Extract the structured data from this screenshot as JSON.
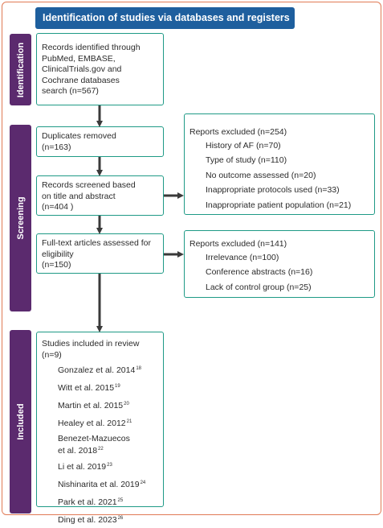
{
  "header": {
    "title": "Identification of studies via databases and registers"
  },
  "phases": {
    "identification": "Identification",
    "screening": "Screening",
    "included": "Included"
  },
  "records_identified": {
    "lines": [
      "Records identified through",
      "PubMed, EMBASE,",
      "ClinicalTrials.gov and",
      "Cochrane databases",
      "search (n=567)"
    ]
  },
  "duplicates": {
    "lines": [
      "Duplicates removed",
      "(n=163)"
    ]
  },
  "screened": {
    "lines": [
      "Records screened based",
      "on title and abstract",
      "(n=404 )"
    ]
  },
  "fulltext": {
    "lines": [
      "Full-text articles assessed for",
      "eligibility",
      "(n=150)"
    ]
  },
  "excluded_screening": {
    "title": "Reports excluded (n=254)",
    "items": [
      "History of AF (n=70)",
      "Type of study (n=110)",
      "No outcome assessed (n=20)",
      "Inappropriate protocols used (n=33)",
      "Inappropriate patient population (n=21)"
    ]
  },
  "excluded_fulltext": {
    "title": "Reports excluded (n=141)",
    "items": [
      "Irrelevance (n=100)",
      "Conference abstracts (n=16)",
      "Lack of control group (n=25)"
    ]
  },
  "included_studies": {
    "title": "Studies included in review",
    "count": "(n=9)",
    "studies": [
      {
        "name": "Gonzalez et al. 2014",
        "ref": "18"
      },
      {
        "name": "Witt et al. 2015",
        "ref": "19"
      },
      {
        "name": "Martin et al. 2015",
        "ref": "20"
      },
      {
        "name": "Healey et al. 2012",
        "ref": "21"
      },
      {
        "name": "Benezet-Mazuecos\net al. 2018",
        "ref": "22"
      },
      {
        "name": "Li et al. 2019",
        "ref": "23"
      },
      {
        "name": "Nishinarita et al. 2019",
        "ref": "24"
      },
      {
        "name": "Park et al. 2021",
        "ref": "25"
      },
      {
        "name": "Ding et al. 2023",
        "ref": "26"
      }
    ]
  },
  "colors": {
    "header_bg": "#1e5f9e",
    "phase_bg": "#5b2a6e",
    "box_border": "#1f9a86",
    "frame_border": "#e07a55",
    "arrow": "#3a3a3a"
  }
}
